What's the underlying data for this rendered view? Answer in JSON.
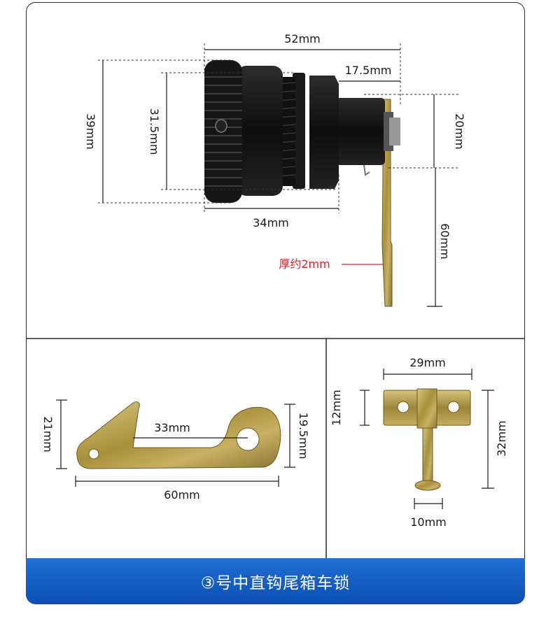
{
  "top_panel": {
    "dim_total_length": "52mm",
    "dim_shaft": "17.5mm",
    "dim_knob_height": "39mm",
    "dim_thread_height": "31.5mm",
    "dim_body_length": "34mm",
    "dim_cam_offset": "20mm",
    "dim_cam_length": "60mm",
    "thickness_note": "厚约2mm"
  },
  "hook_panel": {
    "dim_height": "21mm",
    "dim_hole_span": "33mm",
    "dim_right_height": "19.5mm",
    "dim_width": "60mm"
  },
  "bracket_panel": {
    "dim_width": "29mm",
    "dim_plate_height": "12mm",
    "dim_total_height": "32mm",
    "dim_pin": "10mm"
  },
  "footer": {
    "title": "③号中直钩尾箱车锁"
  },
  "colors": {
    "footer_blue": "#1560c8",
    "note_red": "#e0202a",
    "metal": "#b9a44a"
  }
}
